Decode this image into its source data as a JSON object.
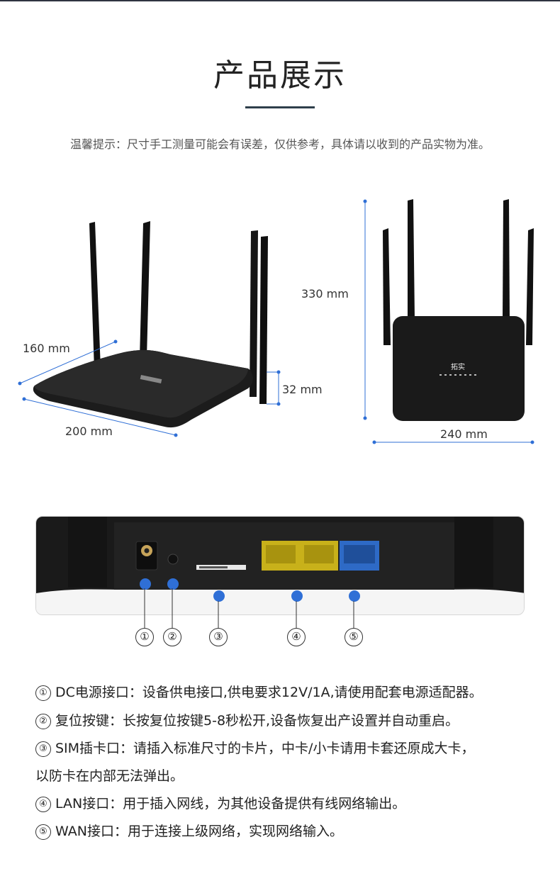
{
  "heading": {
    "title": "产品展示",
    "tip": "温馨提示：尺寸手工测量可能会有误差，仅供参考，具体请以收到的产品实物为准。"
  },
  "dimensions": {
    "depth": "160 mm",
    "width_side": "200 mm",
    "height_body": "32 mm",
    "height_total": "330 mm",
    "width_front": "240 mm"
  },
  "brand_logo": "拓实",
  "ports": {
    "markers": [
      "①",
      "②",
      "③",
      "④",
      "⑤"
    ]
  },
  "descriptions": [
    {
      "num": "①",
      "text": "DC电源接口：设备供电接口,供电要求12V/1A,请使用配套电源适配器。"
    },
    {
      "num": "②",
      "text": "复位按键：长按复位按键5-8秒松开,设备恢复出产设置并自动重启。"
    },
    {
      "num": "③",
      "text": "SIM插卡口：请插入标准尺寸的卡片，中卡/小卡请用卡套还原成大卡，"
    },
    {
      "num": "",
      "text": "以防卡在内部无法弹出。"
    },
    {
      "num": "④",
      "text": "LAN接口：用于插入网线，为其他设备提供有线网络输出。"
    },
    {
      "num": "⑤",
      "text": "WAN接口：用于连接上级网络，实现网络输入。"
    }
  ],
  "colors": {
    "marker_blue": "#2f6fd6",
    "lan_yellow": "#c8b11a",
    "wan_blue": "#2e6ac6",
    "router_black": "#1a1a1a"
  }
}
